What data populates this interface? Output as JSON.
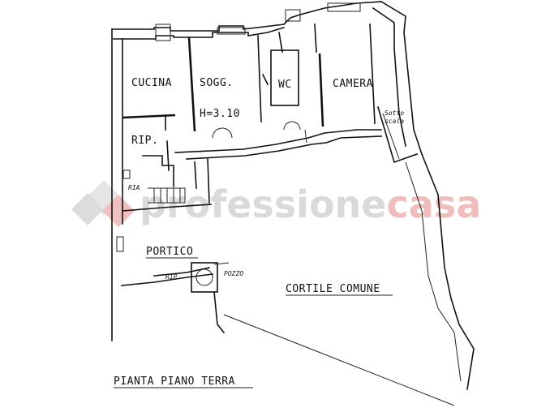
{
  "rooms": {
    "cucina": "CUCINA",
    "soggiorno": "SOGG.",
    "height": "H=3.10",
    "wc": "WC",
    "camera": "CAMERA",
    "ripostiglio": "RIP.",
    "ria": "RIA",
    "sottoscala_1": "Sotto",
    "sottoscala_2": "scala",
    "portico": "PORTICO",
    "rip_small": "RIP",
    "pozzo": "POZZO",
    "cortile": "CORTILE COMUNE"
  },
  "title": "PIANTA PIANO TERRA",
  "watermark": {
    "part1": "professione",
    "part2": "casa",
    "color1": "#d9d9d9",
    "color2": "#f2c4c4"
  }
}
